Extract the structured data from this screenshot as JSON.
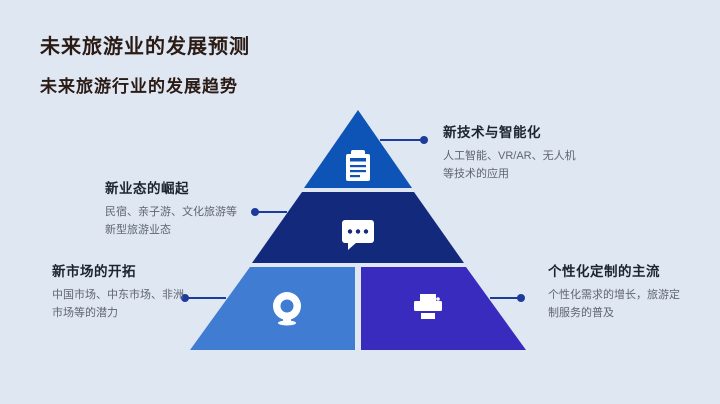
{
  "slide": {
    "title": "未来旅游业的发展预测",
    "subtitle": "未来旅游行业的发展趋势"
  },
  "colors": {
    "background": "#dfe7f2",
    "title_text": "#2a1b15",
    "callout_title_text": "#1c2430",
    "callout_desc_text": "#5f6670",
    "pyramid_top": "#0d54b6",
    "pyramid_middle": "#13297b",
    "pyramid_bottom_left": "#3f7cd2",
    "pyramid_bottom_right": "#392bbe",
    "connector_line": "#1e3a9a",
    "icon_fill": "#ffffff"
  },
  "pyramid": {
    "levels": [
      {
        "position": "top",
        "icon": "clipboard-icon"
      },
      {
        "position": "middle",
        "icon": "chat-bubble-icon"
      },
      {
        "position": "bottom-left",
        "icon": "webcam-icon"
      },
      {
        "position": "bottom-right",
        "icon": "printer-icon"
      }
    ]
  },
  "callouts": [
    {
      "title": "新技术与智能化",
      "desc_line1": "人工智能、VR/AR、无人机",
      "desc_line2": "等技术的应用",
      "side": "right-top"
    },
    {
      "title": "新业态的崛起",
      "desc_line1": "民宿、亲子游、文化旅游等",
      "desc_line2": "新型旅游业态",
      "side": "left-middle"
    },
    {
      "title": "新市场的开拓",
      "desc_line1": "中国市场、中东市场、非洲",
      "desc_line2": "市场等的潜力",
      "side": "left-bottom"
    },
    {
      "title": "个性化定制的主流",
      "desc_line1": "个性化需求的增长，旅游定",
      "desc_line2": "制服务的普及",
      "side": "right-bottom"
    }
  ]
}
